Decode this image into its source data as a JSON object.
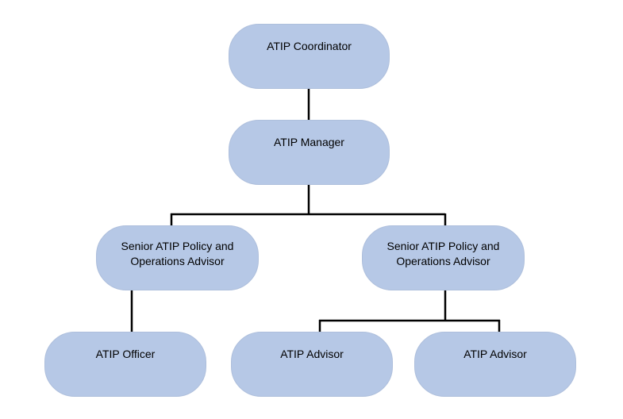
{
  "org_chart": {
    "coordinator": {
      "label": "ATIP Coordinator"
    },
    "manager": {
      "label": "ATIP Manager"
    },
    "senior_advisors": [
      {
        "label_line1": "Senior ATIP Policy and",
        "label_line2": "Operations Advisor"
      },
      {
        "label_line1": "Senior ATIP Policy and",
        "label_line2": "Operations Advisor"
      }
    ],
    "officer": {
      "label": "ATIP Officer"
    },
    "advisors": [
      {
        "label": "ATIP Advisor"
      },
      {
        "label": "ATIP Advisor"
      }
    ]
  },
  "colors": {
    "node_fill": "#b6c8e6",
    "connector": "#000000",
    "background": "#ffffff"
  }
}
